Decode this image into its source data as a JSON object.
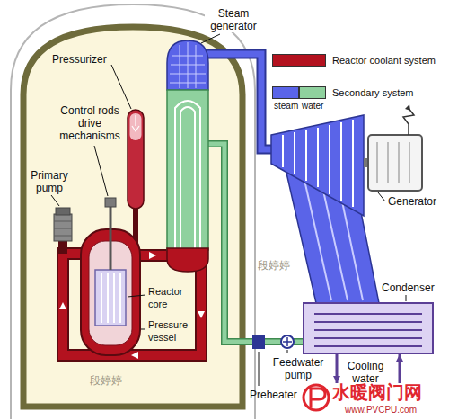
{
  "diagram": {
    "labels": [
      "Steam generator",
      "Pressurizer",
      "Control rods drive mechanisms",
      "Primary pump",
      "Reactor core",
      "Pressure vessel",
      "Generator",
      "Condenser",
      "Feedwater pump",
      "Preheater",
      "Cooling water",
      "段婷婷",
      "段婷婷",
      "水暖阀门网",
      "www.PVCPU.com"
    ],
    "legend": [
      {
        "text": "Reactor coolant system",
        "color": "#b3121f"
      },
      {
        "text": "Secondary system"
      },
      {
        "text": "steam",
        "color": "#5a64e8"
      },
      {
        "text": "water",
        "color": "#8fd19e"
      }
    ]
  }
}
